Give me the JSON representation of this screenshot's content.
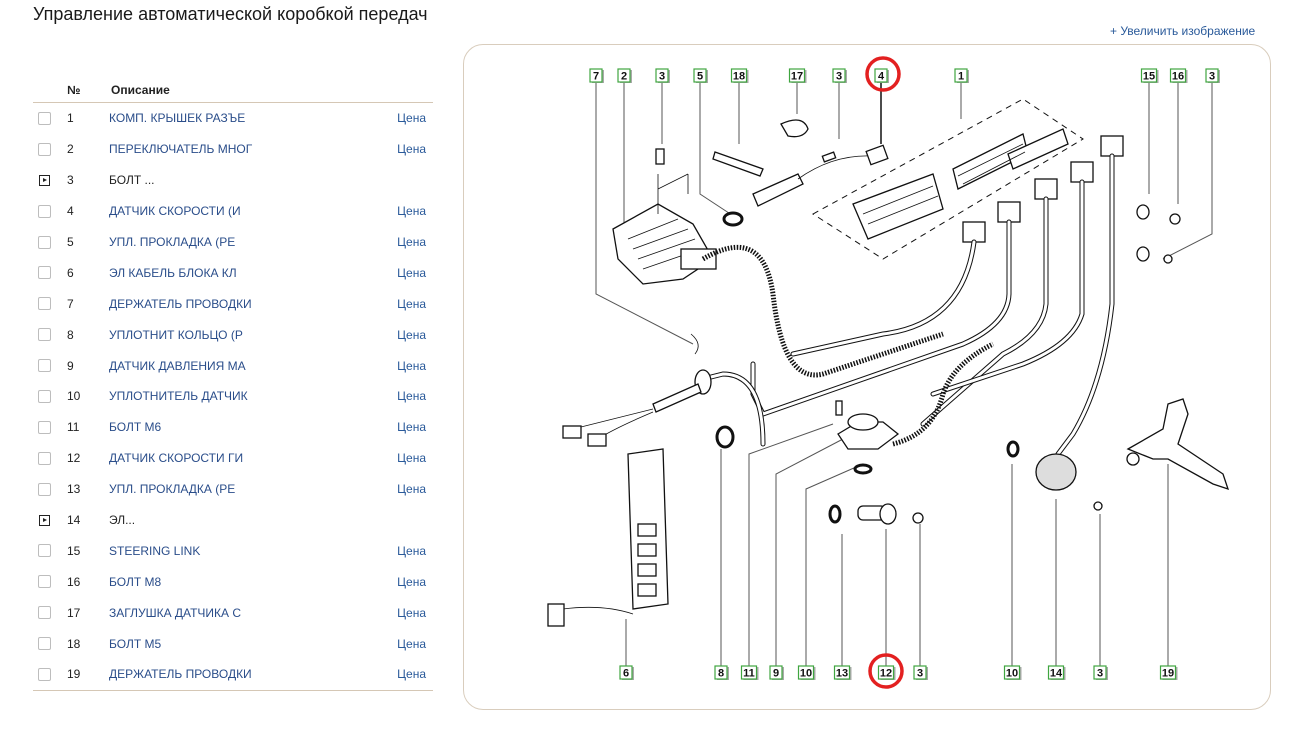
{
  "page": {
    "title": "Управление автоматической коробкой передач",
    "zoom_link": "+ Увеличить изображение"
  },
  "table": {
    "header_no": "№",
    "header_desc": "Описание",
    "rows": [
      {
        "no": "1",
        "desc": "КОМП. КРЫШЕК РАЗЪЕ",
        "price": "Цена",
        "type": "checkbox"
      },
      {
        "no": "2",
        "desc": "ПЕРЕКЛЮЧАТЕЛЬ МНОГ",
        "price": "Цена",
        "type": "checkbox"
      },
      {
        "no": "3",
        "desc": "БОЛТ ...",
        "price": "",
        "type": "expand"
      },
      {
        "no": "4",
        "desc": "ДАТЧИК СКОРОСТИ (И",
        "price": "Цена",
        "type": "checkbox"
      },
      {
        "no": "5",
        "desc": "УПЛ. ПРОКЛАДКА (РЕ",
        "price": "Цена",
        "type": "checkbox"
      },
      {
        "no": "6",
        "desc": "ЭЛ КАБЕЛЬ БЛОКА КЛ",
        "price": "Цена",
        "type": "checkbox"
      },
      {
        "no": "7",
        "desc": "ДЕРЖАТЕЛЬ ПРОВОДКИ",
        "price": "Цена",
        "type": "checkbox"
      },
      {
        "no": "8",
        "desc": "УПЛОТНИТ КОЛЬЦО (Р",
        "price": "Цена",
        "type": "checkbox"
      },
      {
        "no": "9",
        "desc": "ДАТЧИК ДАВЛЕНИЯ МА",
        "price": "Цена",
        "type": "checkbox"
      },
      {
        "no": "10",
        "desc": "УПЛОТНИТЕЛЬ ДАТЧИК",
        "price": "Цена",
        "type": "checkbox"
      },
      {
        "no": "11",
        "desc": "БОЛТ М6",
        "price": "Цена",
        "type": "checkbox"
      },
      {
        "no": "12",
        "desc": "ДАТЧИК СКОРОСТИ ГИ",
        "price": "Цена",
        "type": "checkbox"
      },
      {
        "no": "13",
        "desc": "УПЛ. ПРОКЛАДКА (РЕ",
        "price": "Цена",
        "type": "checkbox"
      },
      {
        "no": "14",
        "desc": "ЭЛ...",
        "price": "",
        "type": "expand"
      },
      {
        "no": "15",
        "desc": "STEERING LINK",
        "price": "Цена",
        "type": "checkbox"
      },
      {
        "no": "16",
        "desc": "БОЛТ М8",
        "price": "Цена",
        "type": "checkbox"
      },
      {
        "no": "17",
        "desc": "ЗАГЛУШКА ДАТЧИКА С",
        "price": "Цена",
        "type": "checkbox"
      },
      {
        "no": "18",
        "desc": "БОЛТ М5",
        "price": "Цена",
        "type": "checkbox"
      },
      {
        "no": "19",
        "desc": "ДЕРЖАТЕЛЬ ПРОВОДКИ",
        "price": "Цена",
        "type": "checkbox"
      }
    ]
  },
  "diagram": {
    "highlight_color": "#e32020",
    "callout_border_color": "#3fa53f",
    "top_callouts": [
      "7",
      "2",
      "3",
      "5",
      "18",
      "17",
      "3",
      "4",
      "1",
      "15",
      "16",
      "3"
    ],
    "bottom_callouts": [
      "6",
      "8",
      "11",
      "9",
      "10",
      "13",
      "12",
      "3",
      "10",
      "14",
      "3",
      "19"
    ],
    "highlighted": [
      "4",
      "12"
    ]
  }
}
